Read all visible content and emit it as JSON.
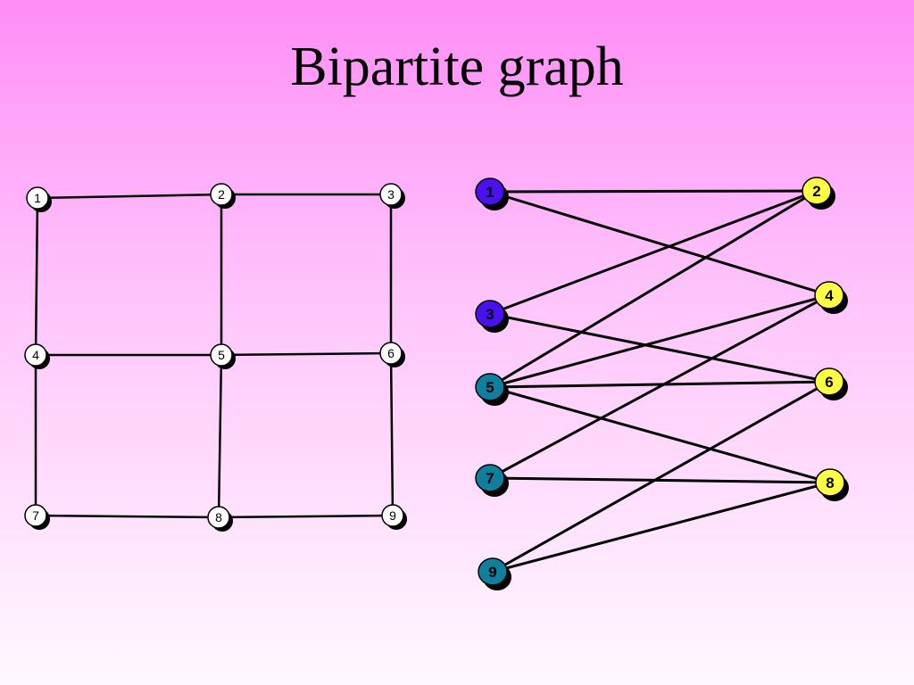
{
  "title": "Bipartite graph",
  "grid_graph": {
    "nodes": [
      {
        "id": "1",
        "label": "1"
      },
      {
        "id": "2",
        "label": "2"
      },
      {
        "id": "3",
        "label": "3"
      },
      {
        "id": "4",
        "label": "4"
      },
      {
        "id": "5",
        "label": "5"
      },
      {
        "id": "6",
        "label": "6"
      },
      {
        "id": "7",
        "label": "7"
      },
      {
        "id": "8",
        "label": "8"
      },
      {
        "id": "9",
        "label": "9"
      }
    ],
    "edges": [
      [
        "1",
        "2"
      ],
      [
        "2",
        "3"
      ],
      [
        "4",
        "5"
      ],
      [
        "5",
        "6"
      ],
      [
        "7",
        "8"
      ],
      [
        "8",
        "9"
      ],
      [
        "1",
        "4"
      ],
      [
        "4",
        "7"
      ],
      [
        "2",
        "5"
      ],
      [
        "5",
        "8"
      ],
      [
        "3",
        "6"
      ],
      [
        "6",
        "9"
      ]
    ],
    "node_fill": "#ffffff"
  },
  "bipartite_graph": {
    "left_nodes": [
      {
        "id": "1",
        "label": "1",
        "fill": "#4a10ee"
      },
      {
        "id": "3",
        "label": "3",
        "fill": "#4a10ee"
      },
      {
        "id": "5",
        "label": "5",
        "fill": "#0f7f9e"
      },
      {
        "id": "7",
        "label": "7",
        "fill": "#0f7f9e"
      },
      {
        "id": "9",
        "label": "9",
        "fill": "#0f7f9e"
      }
    ],
    "right_nodes": [
      {
        "id": "2",
        "label": "2",
        "fill": "#ffff44"
      },
      {
        "id": "4",
        "label": "4",
        "fill": "#ffff44"
      },
      {
        "id": "6",
        "label": "6",
        "fill": "#ffff44"
      },
      {
        "id": "8",
        "label": "8",
        "fill": "#ffff44"
      }
    ],
    "edges": [
      [
        "1",
        "2"
      ],
      [
        "1",
        "4"
      ],
      [
        "3",
        "2"
      ],
      [
        "3",
        "6"
      ],
      [
        "5",
        "2"
      ],
      [
        "5",
        "4"
      ],
      [
        "5",
        "6"
      ],
      [
        "5",
        "8"
      ],
      [
        "7",
        "4"
      ],
      [
        "7",
        "8"
      ],
      [
        "9",
        "6"
      ],
      [
        "9",
        "8"
      ]
    ]
  },
  "colors": {
    "edge": "#000000",
    "shadow": "#000000"
  }
}
